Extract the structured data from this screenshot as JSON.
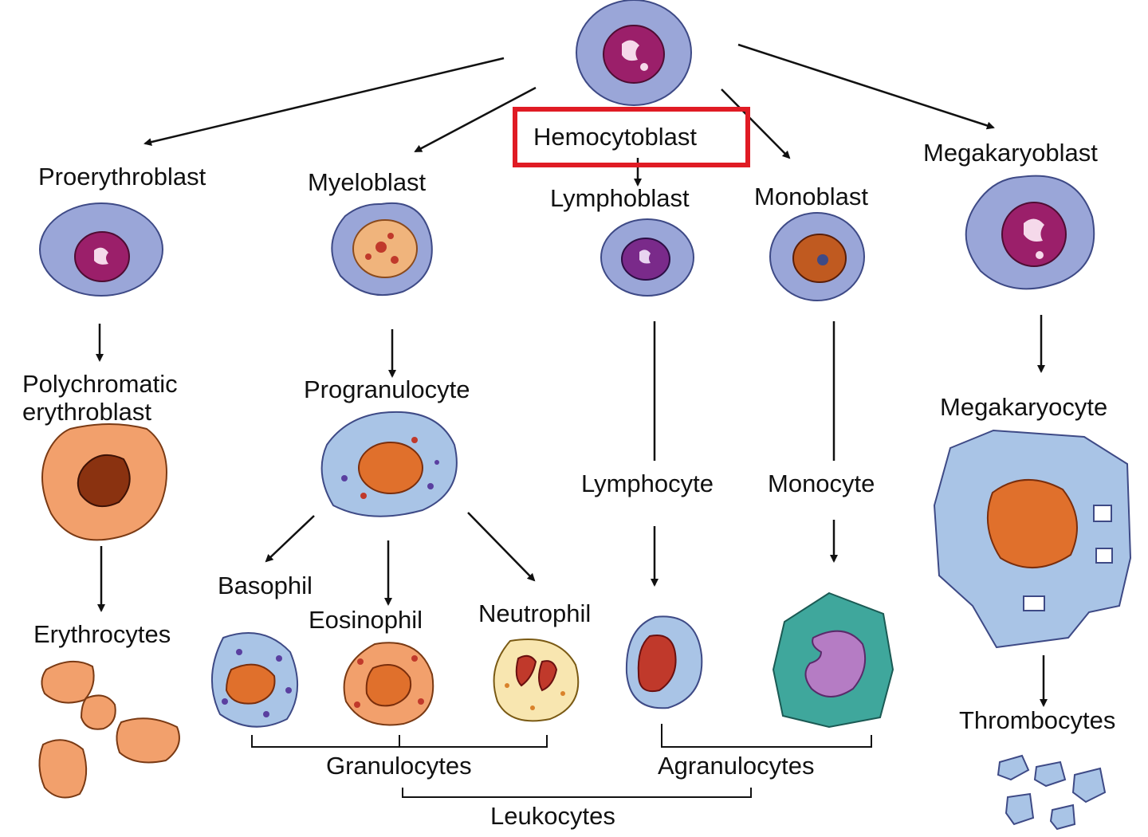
{
  "labels": {
    "hemocytoblast": "Hemocytoblast",
    "proerythroblast": "Proerythroblast",
    "myeloblast": "Myeloblast",
    "lymphoblast": "Lymphoblast",
    "monoblast": "Monoblast",
    "megakaryoblast": "Megakaryoblast",
    "polychromatic_line1": "Polychromatic",
    "polychromatic_line2": "erythroblast",
    "progranulocyte": "Progranulocyte",
    "lymphocyte": "Lymphocyte",
    "monocyte": "Monocyte",
    "megakaryocyte": "Megakaryocyte",
    "basophil": "Basophil",
    "eosinophil": "Eosinophil",
    "neutrophil": "Neutrophil",
    "erythrocytes": "Erythrocytes",
    "thrombocytes": "Thrombocytes",
    "granulocytes": "Granulocytes",
    "agranulocytes": "Agranulocytes",
    "leukocytes": "Leukocytes"
  },
  "colors": {
    "highlight": "#e01b24",
    "blast_cytoplasm": "#9aa6d8",
    "blast_nucleus": "#9b1f6a",
    "erythroid": "#f2a06c",
    "granulocyte_cytoplasm": "#a9c4e6",
    "monocyte_cytoplasm": "#3fa79c",
    "monocyte_nucleus": "#b57cc4"
  }
}
